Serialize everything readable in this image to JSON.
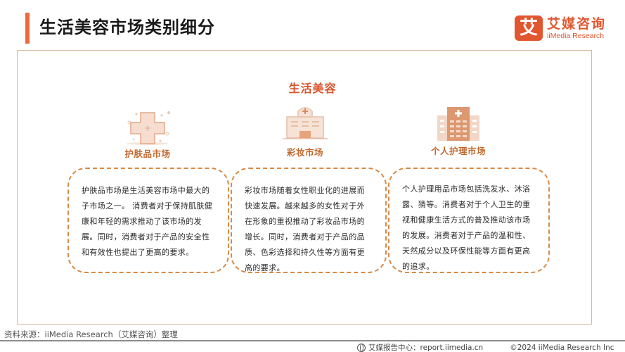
{
  "header": {
    "title": "生活美容市场类别细分",
    "accent_color": "#ee6a3c"
  },
  "logo": {
    "mark": "艾",
    "cn": "艾媒咨询",
    "en": "iiMedia Research",
    "color": "#e2562f"
  },
  "diagram": {
    "root": "生活美容",
    "categories": [
      {
        "label": "护肤品市场",
        "icon": "medical-cross-icon",
        "description": "护肤品市场是生活美容市场中最大的子市场之一。 消费者对于保持肌肤健康和年轻的需求推动了该市场的发展。同时，消费者对于产品的安全性和有效性也提出了更高的要求。"
      },
      {
        "label": "彩妆市场",
        "icon": "clinic-building-icon",
        "description": "彩妆市场随着女性职业化的进展而快速发展。越来越多的女性对于外在形象的重视推动了彩妆品市场的增长。同时，消费者对于产品的品质、色彩选择和持久性等方面有更高的要求。"
      },
      {
        "label": "个人护理市场",
        "icon": "hospital-building-icon",
        "description": "个人护理用品市场包括洗发水、沐浴露、猜等。消费者对于个人卫生的重视和健康生活方式的普及推动该市场的发展。消费者对于产品的温和性、天然成分以及环保性能等方面有更高的追求。"
      }
    ]
  },
  "footer": {
    "source": "资料来源：iiMedia Research（艾媒咨询）整理",
    "report_center": "艾媒报告中心：report.iimedia.cn",
    "copyright": "©2024  iiMedia Research  Inc"
  }
}
